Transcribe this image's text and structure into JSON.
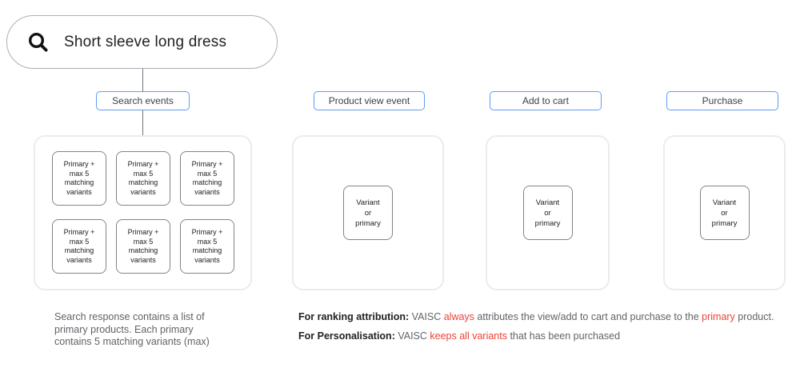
{
  "search_bar": {
    "query": "Short sleeve long dress"
  },
  "event_labels": {
    "search_events": "Search events",
    "product_view": "Product view event",
    "add_to_cart": "Add to cart",
    "purchase": "Purchase"
  },
  "cards": {
    "primary": "Primary +\nmax 5\nmatching\nvariants",
    "variant": "Variant\nor\nprimary"
  },
  "notes": {
    "search_note": "Search response contains a list of\nprimary products. Each primary\ncontains 5 matching variants (max)",
    "ranking": {
      "label": "For ranking attribution:",
      "t1": " VAISC ",
      "red1": "always",
      "t2": " attributes the view/add to cart and purchase to the ",
      "red2": "primary",
      "t3": " product."
    },
    "personalisation": {
      "label": "For Personalisation:",
      "t1": " VAISC ",
      "red1": "keeps all variants",
      "t2": " that has been purchased"
    }
  },
  "colors": {
    "accent_blue": "#5e9bf6",
    "highlight_red": "#ea4335"
  }
}
